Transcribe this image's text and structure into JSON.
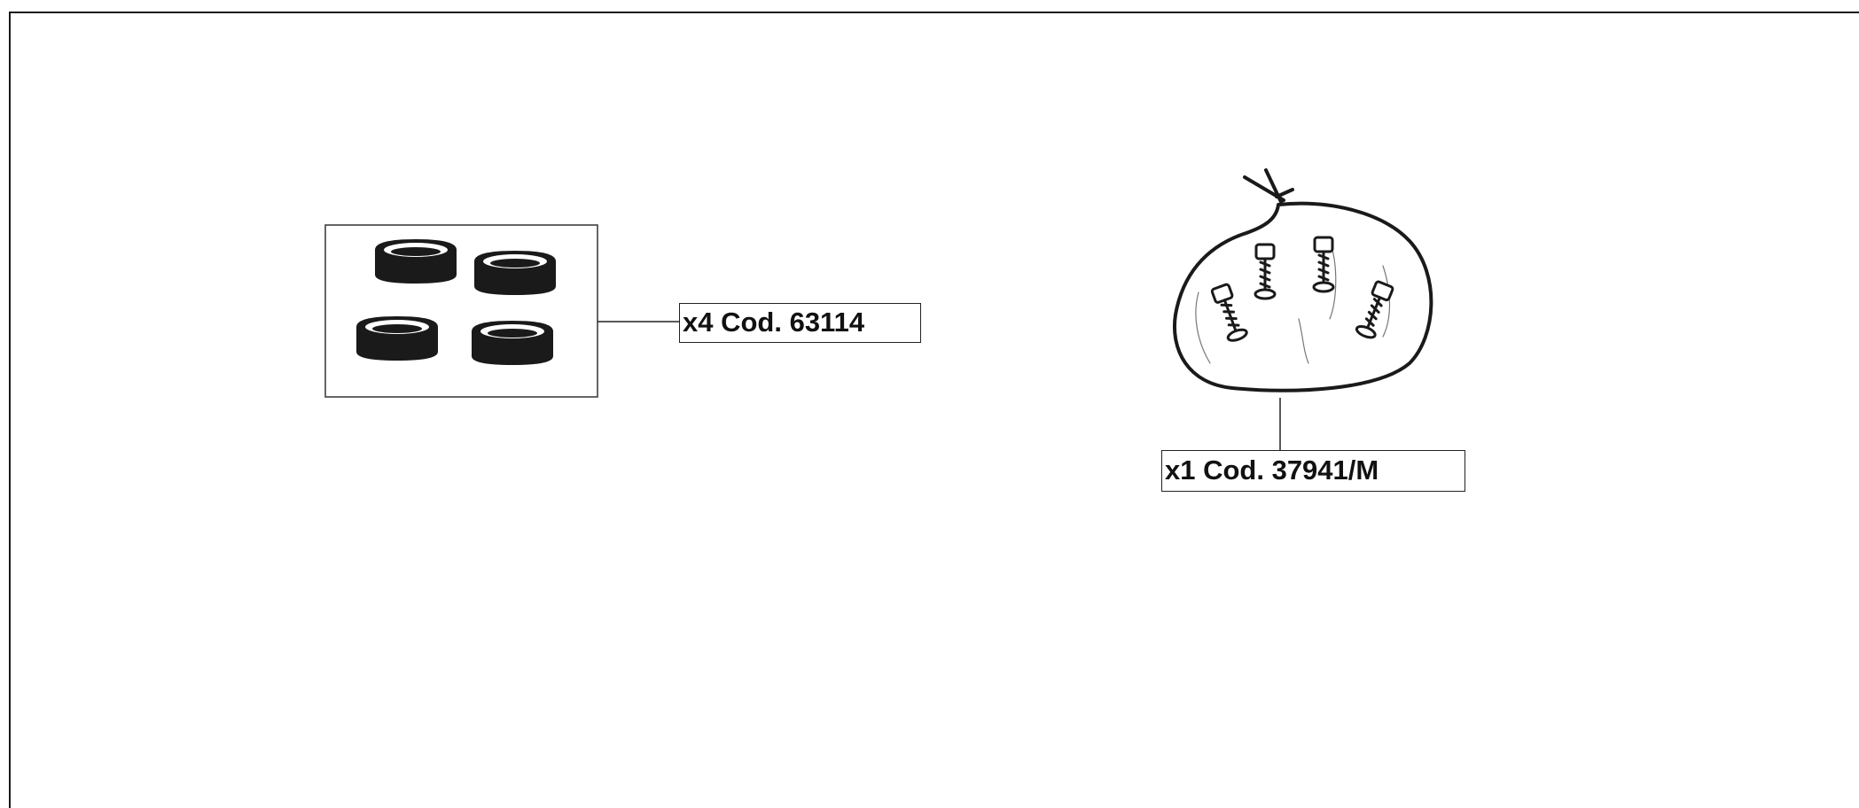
{
  "parts": [
    {
      "quantity": "x4",
      "code_label": "x4 Cod. 63114",
      "icon": "rubber-spacer-rings-icon"
    },
    {
      "quantity": "x1",
      "code_label": "x1 Cod. 37941/M",
      "icon": "bag-of-screws-icon"
    }
  ],
  "colors": {
    "ink": "#1a1a1a",
    "paper": "#ffffff"
  }
}
